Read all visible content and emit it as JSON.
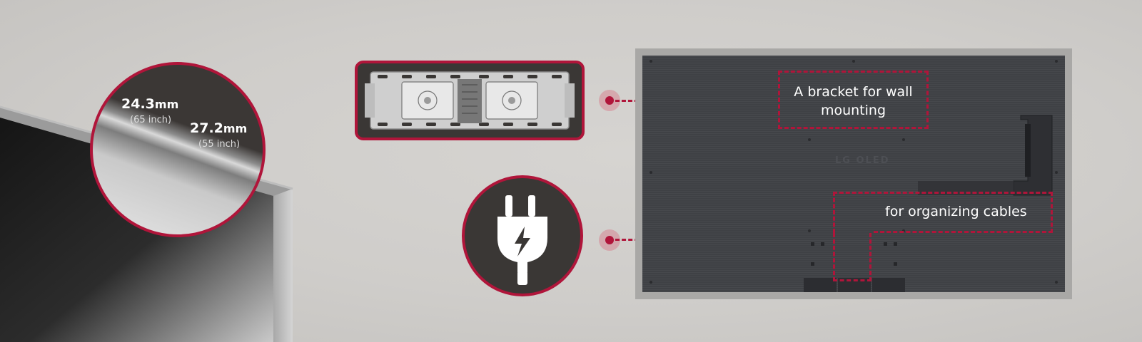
{
  "measurements": {
    "size_65": {
      "value": "24.3",
      "unit": "mm",
      "label": "(65 inch)"
    },
    "size_55": {
      "value": "27.2",
      "unit": "mm",
      "label": "(55 inch)"
    }
  },
  "callouts": {
    "bracket": "A bracket for wall mounting",
    "cables": "for organizing cables"
  },
  "tv_back": {
    "logo": "LG OLED"
  },
  "icons": {
    "bracket": "wall-bracket-icon",
    "plug": "power-plug-icon"
  },
  "colors": {
    "accent": "#b0153a",
    "card_bg": "#3a3735",
    "tv_back": "#3f4145",
    "background": "#cfcdca"
  }
}
